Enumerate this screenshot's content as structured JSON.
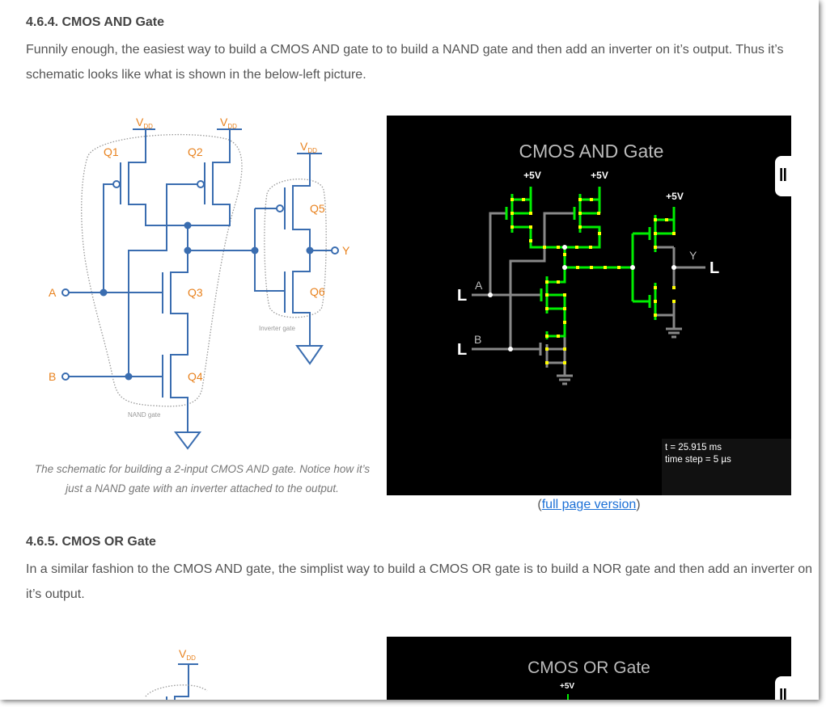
{
  "section1": {
    "heading": "4.6.4.  CMOS AND Gate",
    "paragraph": "Funnily enough, the easiest way to build a CMOS AND gate to to build a NAND gate and then add an inverter on it’s output. Thus it’s schematic looks like what is shown in the below-left picture.",
    "schematic": {
      "vdd": "V",
      "vdd_sub": "DD",
      "transistors": [
        "Q1",
        "Q2",
        "Q3",
        "Q4",
        "Q5",
        "Q6"
      ],
      "inputs": [
        "A",
        "B"
      ],
      "output": "Y",
      "nand_label": "NAND gate",
      "inverter_label": "Inverter gate"
    },
    "caption": "The schematic for building a 2-input CMOS AND gate. Notice how it’s just a NAND gate with an inverter attached to the output.",
    "simulator": {
      "title": "CMOS AND Gate",
      "supply": "+5V",
      "input_a_label": "A",
      "input_a_state": "L",
      "input_b_label": "B",
      "input_b_state": "L",
      "output_label": "Y",
      "output_state": "L",
      "time": "t = 25.915 ms",
      "time_step": "time step = 5 µs",
      "handle": "‖"
    },
    "link_open": "(",
    "link_text": "full page version",
    "link_close": ")"
  },
  "section2": {
    "heading": "4.6.5.  CMOS OR Gate",
    "paragraph": "In a similar fashion to the CMOS AND gate, the simplist way to build a CMOS OR gate is to build a NOR gate and then add an inverter on it’s output.",
    "schematic": {
      "vdd": "V",
      "vdd_sub": "DD"
    },
    "simulator": {
      "title": "CMOS OR Gate",
      "supply": "+5V",
      "handle": "‖"
    }
  },
  "colors": {
    "wire_blue": "#3a6db0",
    "label_orange": "#e8821e",
    "sim_green": "#00ee00",
    "sim_yellow": "#ffff00",
    "link": "#1a6fd6"
  }
}
